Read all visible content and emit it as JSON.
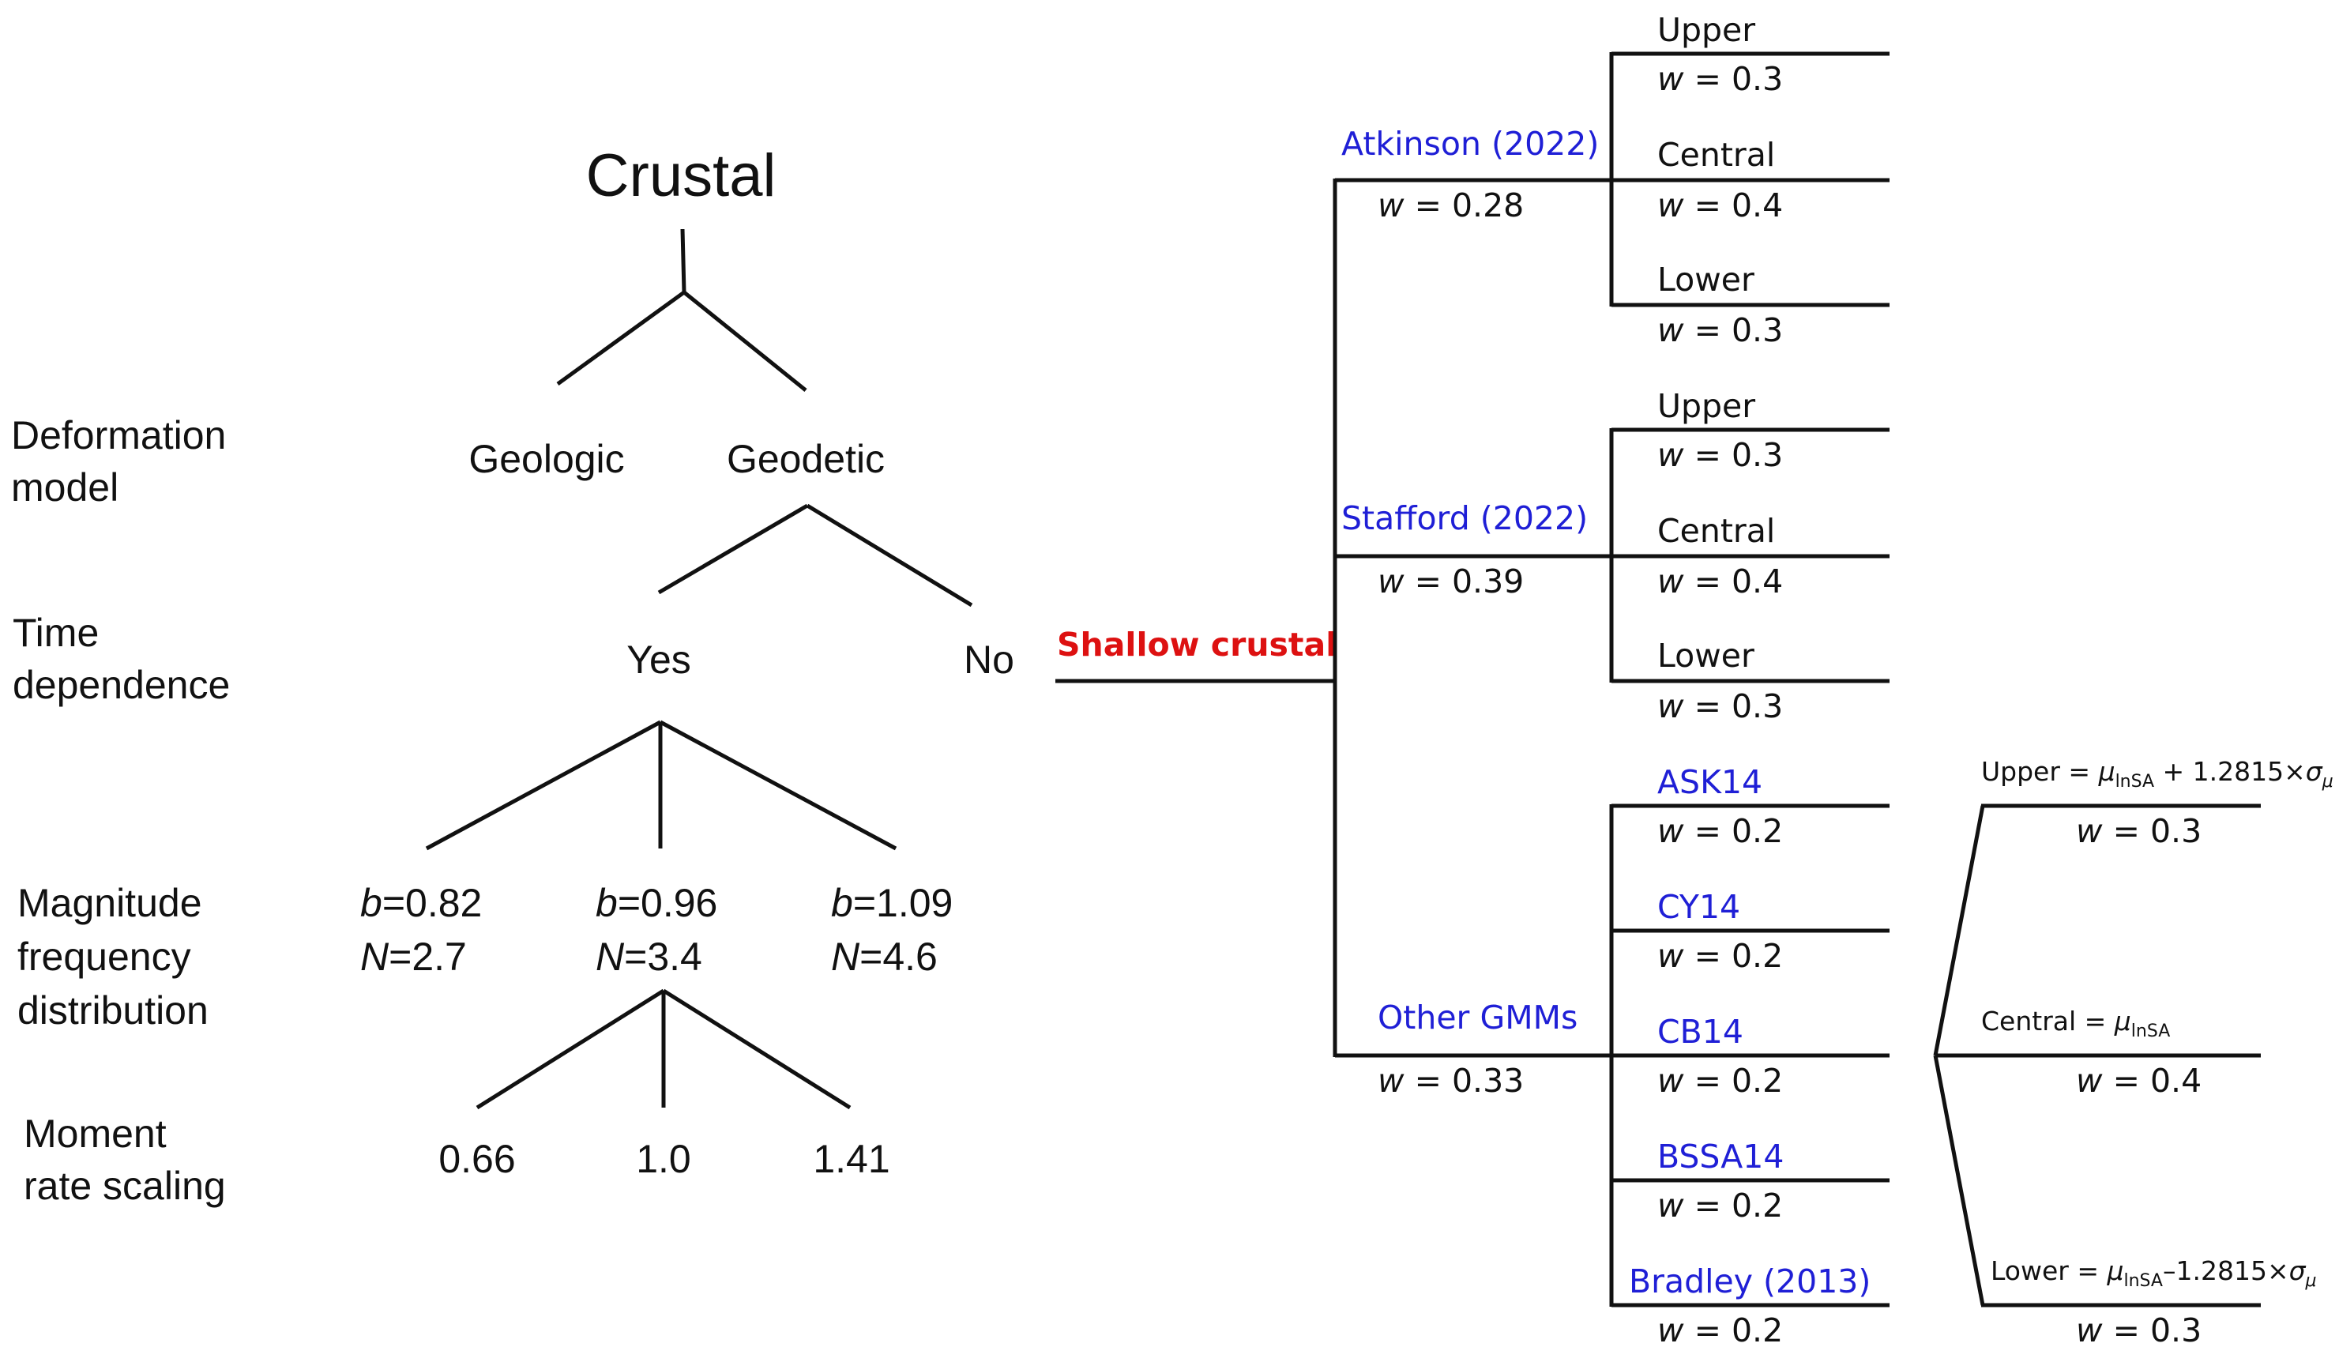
{
  "left_tree": {
    "root": "Crustal",
    "row_labels": {
      "deformation": [
        "Deformation",
        "model"
      ],
      "time": [
        "Time",
        "dependence"
      ],
      "mfd": [
        "Magnitude",
        "frequency",
        "distribution"
      ],
      "moment": [
        "Moment",
        "rate scaling"
      ]
    },
    "deformation_options": [
      "Geologic",
      "Geodetic"
    ],
    "time_options": [
      "Yes",
      "No"
    ],
    "mfd_options": [
      {
        "b": "0.82",
        "N": "2.7"
      },
      {
        "b": "0.96",
        "N": "3.4"
      },
      {
        "b": "1.09",
        "N": "4.6"
      }
    ],
    "mfd_symbols": {
      "b": "b",
      "N": "N",
      "eq": "="
    },
    "moment_options": [
      "0.66",
      "1.0",
      "1.41"
    ]
  },
  "right_tree": {
    "root_label": "Shallow crustal",
    "weight_symbol": "w",
    "weight_eq": " = ",
    "gmm_groups": [
      {
        "name": "Atkinson (2022)",
        "w": "0.28",
        "branches": [
          {
            "label": "Upper",
            "w": "0.3"
          },
          {
            "label": "Central",
            "w": "0.4"
          },
          {
            "label": "Lower",
            "w": "0.3"
          }
        ]
      },
      {
        "name": "Stafford (2022)",
        "w": "0.39",
        "branches": [
          {
            "label": "Upper",
            "w": "0.3"
          },
          {
            "label": "Central",
            "w": "0.4"
          },
          {
            "label": "Lower",
            "w": "0.3"
          }
        ]
      },
      {
        "name": "Other GMMs",
        "w": "0.33",
        "branches": [
          {
            "label": "ASK14",
            "w": "0.2"
          },
          {
            "label": "CY14",
            "w": "0.2"
          },
          {
            "label": "CB14",
            "w": "0.2"
          },
          {
            "label": "BSSA14",
            "w": "0.2"
          },
          {
            "label": "Bradley (2013)",
            "w": "0.2"
          }
        ]
      }
    ],
    "epistemic": {
      "upper": {
        "label": "Upper = ",
        "mu": "μ",
        "sub": "lnSA",
        "rest": " + 1.2815×",
        "sigma": "σ",
        "sigma_sub": "μ",
        "w": "0.3"
      },
      "central": {
        "label": "Central = ",
        "mu": "μ",
        "sub": "lnSA",
        "w": "0.4"
      },
      "lower": {
        "label": "Lower = ",
        "mu": "μ",
        "sub": "lnSA",
        "rest": "–1.2815×",
        "sigma": "σ",
        "sigma_sub": "μ",
        "w": "0.3"
      }
    }
  },
  "colors": {
    "gmm_name": "#1f1fd6",
    "root_label": "#dd1111",
    "line": "#111111"
  }
}
